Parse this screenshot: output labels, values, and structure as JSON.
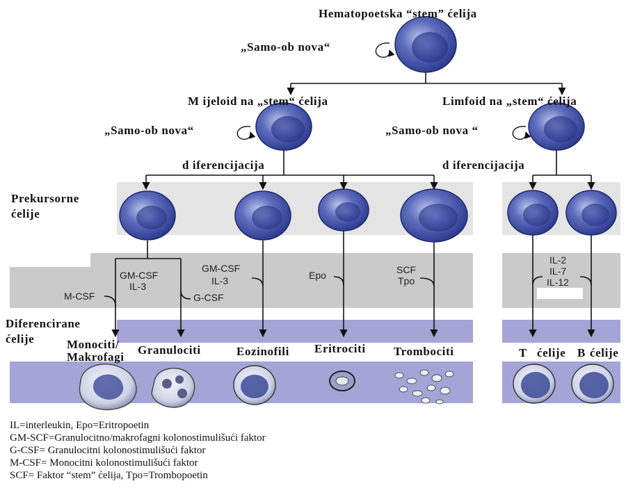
{
  "colors": {
    "band_light": "#e4e4e4",
    "band_mid": "#c8c8c8",
    "band_blue": "#a2a2d4",
    "cell_fill": "#4a5aa8",
    "cell_nucleus": "#2a3a8a"
  },
  "top": {
    "title": "Hematopoetska “stem” ćelija",
    "self_renewal": "„Samo-ob nova“"
  },
  "myeloid": {
    "title": "M ijeloid na  „stem“ ćelija",
    "self_renewal": "„Samo-ob nova“",
    "diff": "d iferencijacija"
  },
  "lymphoid": {
    "title": "Limfoid na „stem“ ćelija",
    "self_renewal": "„Samo-ob nova “",
    "diff": "d iferencijacija"
  },
  "rows": {
    "precursor": [
      "Prekursorne",
      "ćelije"
    ],
    "differentiated": [
      "Diferencirane",
      "ćelije"
    ]
  },
  "factors": {
    "gm_il3_left": [
      "GM-CSF",
      "IL-3"
    ],
    "m_csf": "M-CSF",
    "g_csf": "G-CSF",
    "gm_il3_eos": [
      "GM-CSF",
      "IL-3"
    ],
    "epo": "Epo",
    "scf_tpo": [
      "SCF",
      "Tpo"
    ],
    "lymph": [
      "IL-2",
      "IL-7",
      "IL-12"
    ]
  },
  "cells": {
    "monocyti": [
      "Monociti/",
      "Makrofagi"
    ],
    "granulociti": "Granulociti",
    "eozinofili": "Eozinofili",
    "eritrociti": "Eritrociti",
    "trombociti": "Trombociti",
    "t_letter": "T",
    "t_label": "ćelije",
    "b_letter": "B",
    "b_label": "ćelije"
  },
  "legend": [
    "IL=interleukin, Epo=Eritropoetin",
    "GM-SCF=Granulocitno/makrofagni kolonostimulišući faktor",
    "G-CSF= Granulocitni kolonostimulišući faktor",
    "M-CSF= Monocitni kolonostimulišući faktor",
    "SCF= Faktor “stem” ćelija, Tpo=Trombopoetin"
  ]
}
